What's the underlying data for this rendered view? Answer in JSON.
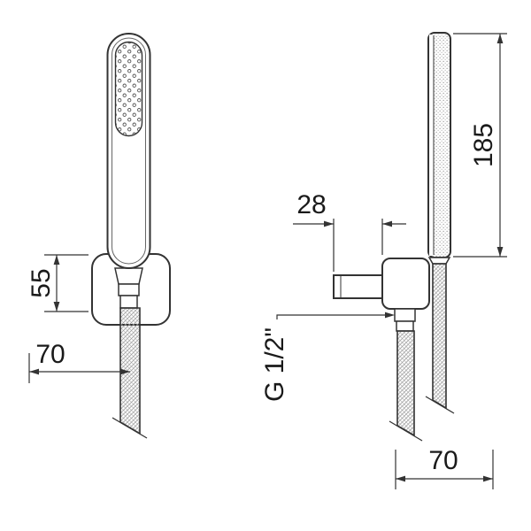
{
  "drawing": {
    "dimensions": {
      "front_bracket_height": "55",
      "front_offset": "70",
      "side_protrusion": "28",
      "head_length": "185",
      "thread_size": "G 1/2\"",
      "side_offset": "70"
    },
    "colors": {
      "line": "#333333",
      "background": "#ffffff"
    }
  }
}
